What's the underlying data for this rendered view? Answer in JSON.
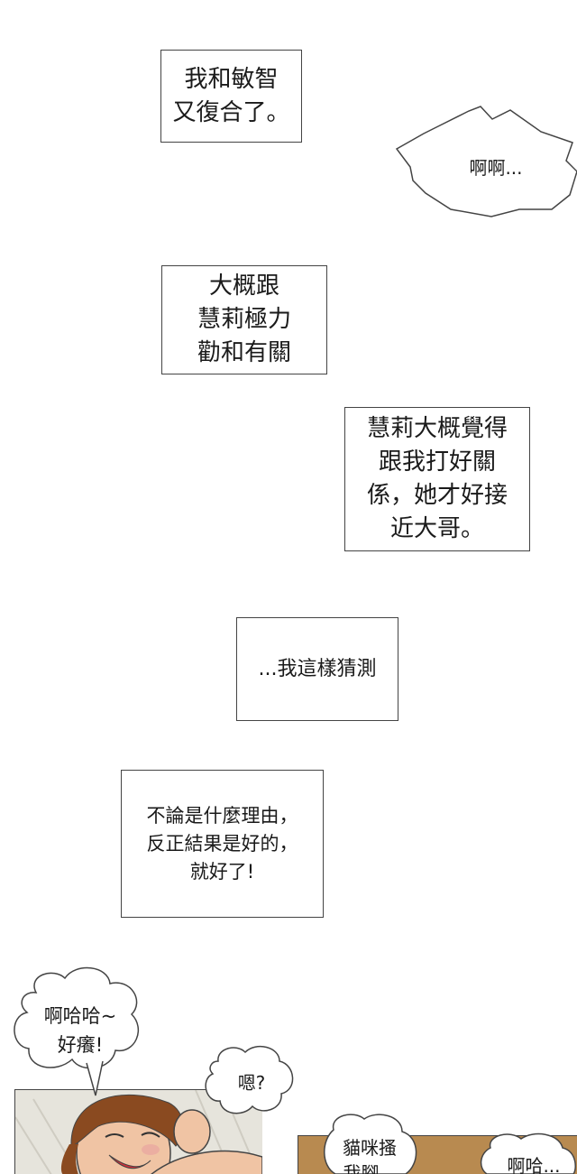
{
  "captions": [
    "我和敏智\n又復合了。",
    "大概跟\n慧莉極力\n勸和有關",
    "慧莉大概覺得\n跟我打好關\n係，她才好接\n近大哥。",
    "...我這樣猜測",
    "不論是什麼理由，\n反正結果是好的，\n就好了!"
  ],
  "bubbles": {
    "shout": "啊啊...",
    "laugh": "啊哈哈~\n好癢!",
    "huh": "嗯?",
    "cat": "貓咪搔\n我腳...",
    "aha": "啊哈..."
  },
  "colors": {
    "border": "#444444",
    "skin": "#f0c4a4",
    "hair": "#8a4a20",
    "mouth": "#d5303a",
    "panel_bg": "#e6e4dc",
    "wood": "#b88a50"
  }
}
